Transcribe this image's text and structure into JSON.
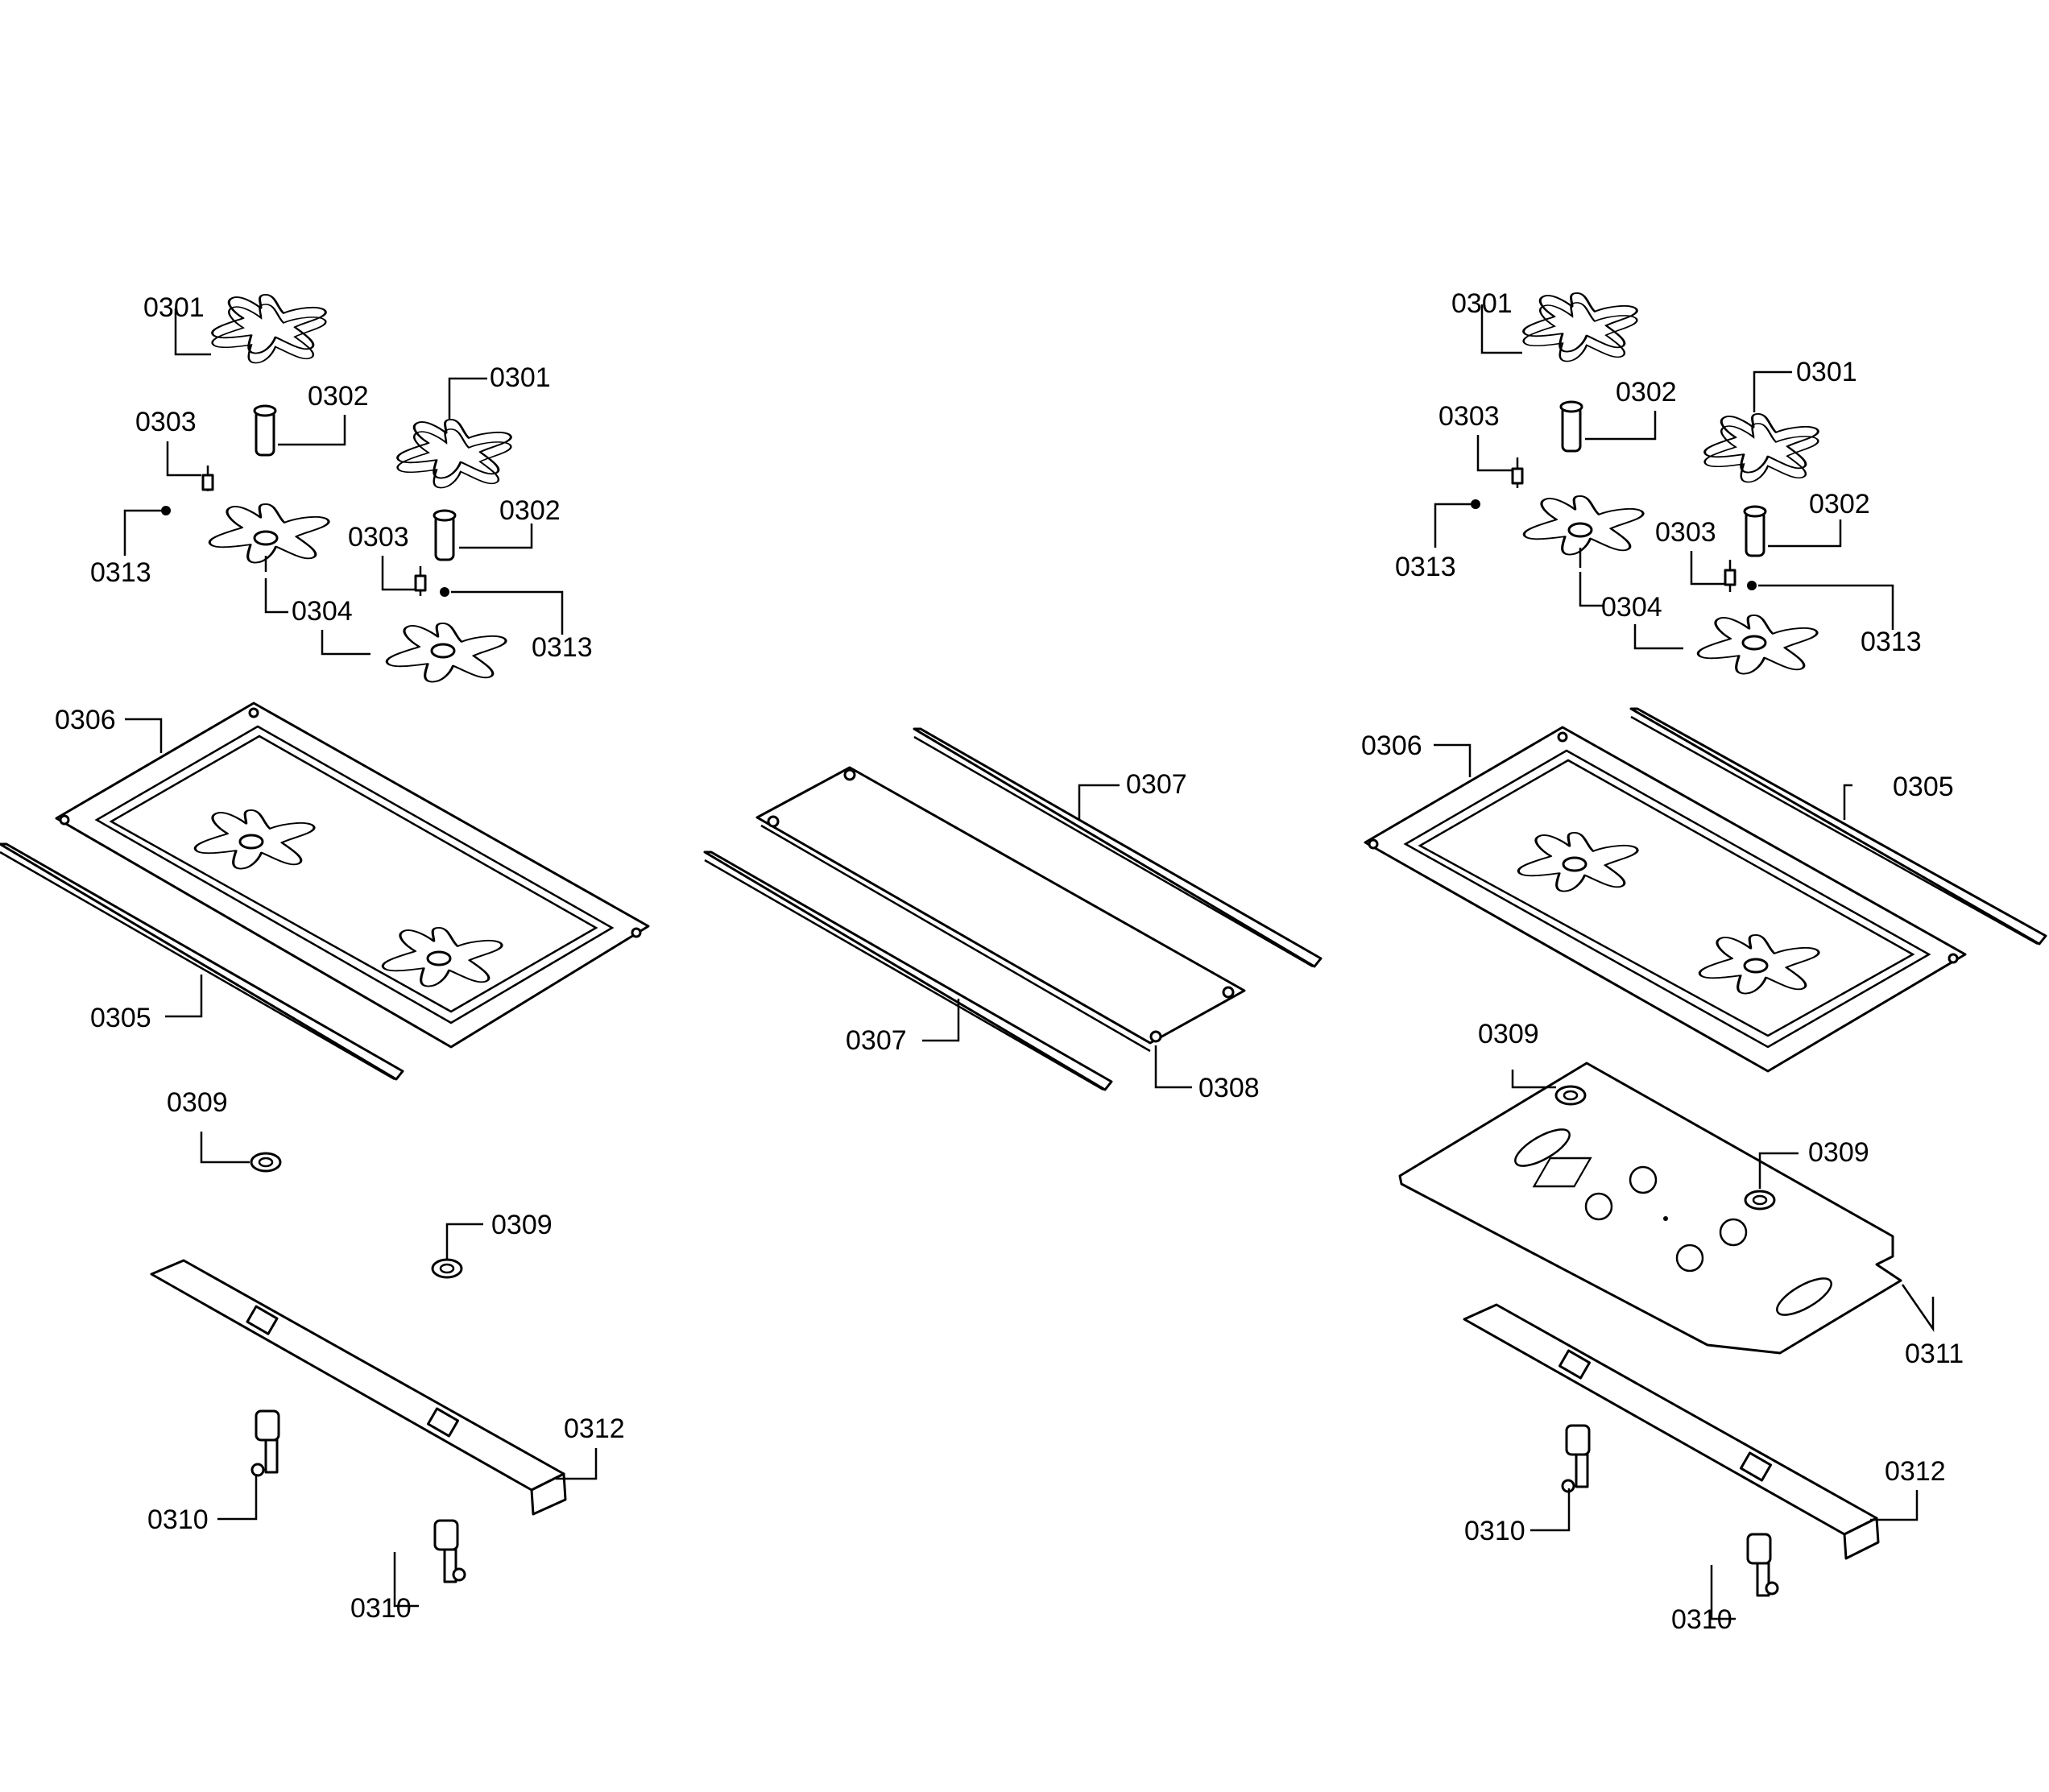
{
  "labels": {
    "l_0301_a": "0301",
    "l_0302_a": "0302",
    "l_0301_b": "0301",
    "l_0303_a": "0303",
    "l_0302_b": "0302",
    "l_0313_a": "0313",
    "l_0303_b": "0303",
    "l_0304_a": "0304",
    "l_0313_b": "0313",
    "l_0306_a": "0306",
    "l_0305_a": "0305",
    "l_0307_a": "0307",
    "l_0307_b": "0307",
    "l_0308": "0308",
    "l_0309_a": "0309",
    "l_0309_b": "0309",
    "l_0312_a": "0312",
    "l_0310_a": "0310",
    "l_0310_b": "0310",
    "r_0301_a": "0301",
    "r_0302_a": "0302",
    "r_0301_b": "0301",
    "r_0303_a": "0303",
    "r_0302_b": "0302",
    "r_0313_a": "0313",
    "r_0303_b": "0303",
    "r_0304_a": "0304",
    "r_0313_b": "0313",
    "r_0306_a": "0306",
    "r_0305_a": "0305",
    "r_0309_a": "0309",
    "r_0309_b": "0309",
    "r_0311": "0311",
    "r_0312_a": "0312",
    "r_0310_a": "0310",
    "r_0310_b": "0310"
  }
}
